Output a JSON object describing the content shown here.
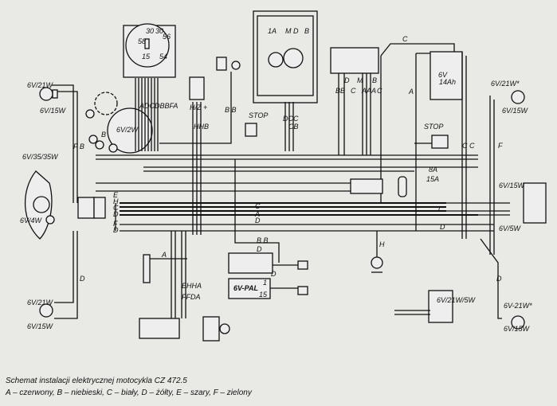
{
  "caption": {
    "title": "Schemat instalacji elektrycznej motocykla CZ 472.5",
    "legend": "A – czerwony, B – niebieski, C – biały, D – żółty, E – szary, F – zielony"
  },
  "labels": {
    "left_front_indicator": "6V/21W",
    "left_front_indicator2": "6V/15W",
    "headlamp": "6V/35/35W",
    "parking": "6V/4W",
    "fb": "F B",
    "e": "E",
    "h": "H",
    "c": "C",
    "d": "D",
    "f": "F",
    "d2": "D",
    "speedo_bulb": "6V/2W",
    "speedo_b": "B",
    "ign_30a": "30",
    "ign_30b": "30",
    "ign_56": "56",
    "ign_58": "58",
    "ign_15": "15",
    "ign_54": "54",
    "ign_wires": "ADCDBBFA",
    "horn_terms": "H/Z +",
    "horn_wires": "HHB",
    "bb_mid": "B B",
    "stop_front": "STOP",
    "dyn_1a": "1A",
    "dyn_md": "M D",
    "dyn_b": "B",
    "dyn_wires1": "DCC",
    "dyn_wires2": "CB",
    "reg_d": "D",
    "reg_m": "M",
    "reg_b": "B",
    "reg_bb": "BB",
    "reg_c": "C",
    "reg_aaa": "AAA",
    "reg_c2": "C",
    "top_c": "C",
    "batt_a": "A",
    "battery": "6V",
    "battery2": "14Ah",
    "stop_rear": "STOP",
    "fuse_8a": "8A",
    "fuse_15a": "15A",
    "cc": "C   C",
    "right_f": "F",
    "rf_ind": "6V/21W*",
    "rf_ind2": "6V/15W",
    "rr_ind_top": "6V/15W",
    "tail": "6V/5W",
    "right_d": "D",
    "rear_lamp": "6V/21W/5W",
    "rr_ind": "6V-21W*",
    "rr_ind2": "6V/15W",
    "ll_ind": "6V/21W",
    "ll_ind2": "6V/15W",
    "left_d": "D",
    "horn_a": "A",
    "neutral_h": "H",
    "coil": "6V-PAL",
    "coil_1": "1",
    "coil_15": "15",
    "bus_e": "EHHA",
    "bus_f": "FFDA",
    "coil_d": "D",
    "coil_d2": "D",
    "coil_bb": "B B",
    "bus_c1": "C",
    "bus_a1": "A",
    "bus_d1": "D",
    "bus_c2": "C",
    "bus_d2": "D"
  }
}
